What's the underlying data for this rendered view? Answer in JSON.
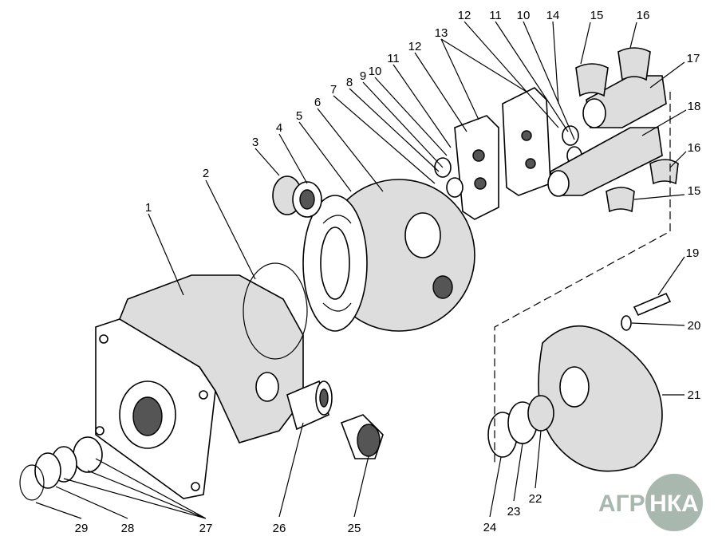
{
  "callouts": {
    "c1": "1",
    "c2": "2",
    "c3": "3",
    "c4": "4",
    "c5": "5",
    "c6": "6",
    "c7": "7",
    "c8": "8",
    "c9": "9",
    "c10a": "10",
    "c11a": "11",
    "c12a": "12",
    "c13": "13",
    "c12b": "12",
    "c11b": "11",
    "c10b": "10",
    "c14": "14",
    "c15a": "15",
    "c16a": "16",
    "c17": "17",
    "c18": "18",
    "c16b": "16",
    "c15b": "15",
    "c19": "19",
    "c20": "20",
    "c21": "21",
    "c22": "22",
    "c23": "23",
    "c24": "24",
    "c25": "25",
    "c26": "26",
    "c27": "27",
    "c28": "28",
    "c29": "29"
  },
  "logo": {
    "left": "АГРО",
    "circle": "НКА",
    "color": "#a9b8ae"
  }
}
